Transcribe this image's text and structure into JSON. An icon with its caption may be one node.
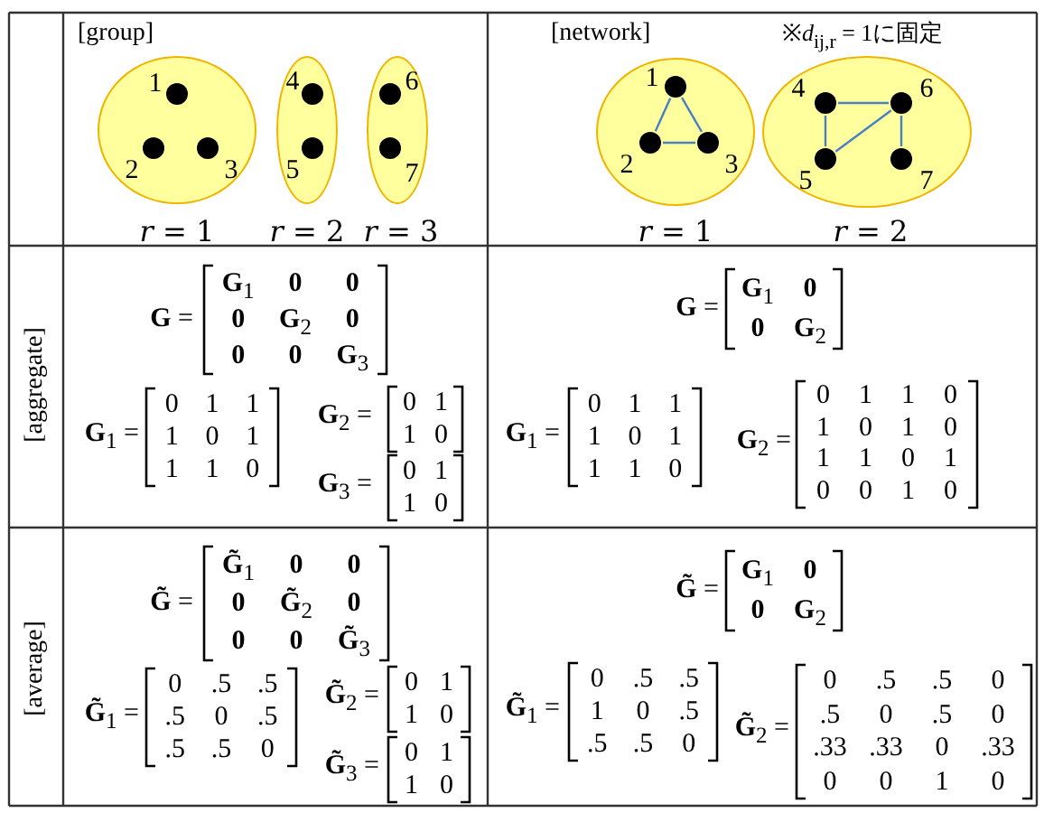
{
  "diagram": {
    "nodes": [
      {
        "text": [],
        "shape": "ellipse",
        "beside": [
          "*r* = 1"
        ]
      },
      {
        "text": [],
        "shape": "circle",
        "in": 0,
        "beside": [
          "1"
        ]
      },
      {
        "text": [],
        "shape": "circle",
        "in": 0,
        "beside": [
          "2"
        ]
      },
      {
        "text": [],
        "shape": "circle",
        "in": 0,
        "beside": [
          "3"
        ]
      },
      {
        "text": [],
        "shape": "ellipse",
        "beside": [
          "*r* = 2"
        ]
      },
      {
        "text": [],
        "shape": "circle",
        "in": 4,
        "beside": [
          "4"
        ]
      },
      {
        "text": [],
        "shape": "circle",
        "in": 4,
        "beside": [
          "5"
        ]
      },
      {
        "text": [],
        "shape": "ellipse",
        "beside": [
          "*r* = 3"
        ]
      },
      {
        "text": [],
        "shape": "circle",
        "in": 7,
        "beside": [
          "6"
        ]
      },
      {
        "text": [],
        "shape": "circle",
        "in": 7,
        "beside": [
          "7"
        ]
      },
      {
        "text": [],
        "shape": "ellipse",
        "beside": [
          "*r* = 1"
        ]
      },
      {
        "text": [],
        "shape": "circle",
        "in": 10,
        "beside": [
          "1"
        ]
      },
      {
        "text": [],
        "shape": "circle",
        "in": 10,
        "beside": [
          "2"
        ]
      },
      {
        "text": [],
        "shape": "circle",
        "in": 10,
        "beside": [
          "3"
        ]
      },
      {
        "text": [],
        "shape": "ellipse",
        "beside": [
          "*r* = 2"
        ]
      },
      {
        "text": [],
        "shape": "circle",
        "in": 14,
        "beside": [
          "4"
        ]
      },
      {
        "text": [],
        "shape": "circle",
        "in": 14,
        "beside": [
          "6"
        ]
      },
      {
        "text": [],
        "shape": "circle",
        "in": 14,
        "beside": [
          "5"
        ]
      },
      {
        "text": [],
        "shape": "circle",
        "in": 14,
        "beside": [
          "7"
        ]
      }
    ],
    "edges": [
      {
        "from": 11,
        "to": 12,
        "arrow": "none"
      },
      {
        "from": 11,
        "to": 13,
        "arrow": "none"
      },
      {
        "from": 12,
        "to": 13,
        "arrow": "none"
      },
      {
        "from": 15,
        "to": 16,
        "arrow": "none"
      },
      {
        "from": 15,
        "to": 17,
        "arrow": "none"
      },
      {
        "from": 17,
        "to": 16,
        "arrow": "none"
      },
      {
        "from": 16,
        "to": 18,
        "arrow": "none"
      }
    ],
    "labels": [
      "[group]",
      "[network]",
      "※*d*$_{ij,r}$ = 1に固定",
      "[aggregate]",
      "**G** =",
      "**G**$_{1}$ **0** **0**",
      "**0** **G**$_{2}$ **0**",
      "**0** **0** **G**$_{3}$",
      "**G**$_{1}$ =",
      "0 1 1",
      "1 0 1",
      "1 1 0",
      "**G**$_{2}$ =",
      "0 1",
      "1 0",
      "**G**$_{3}$ =",
      "0 1",
      "1 0",
      "**G** =",
      "**G**$_{1}$ **0**",
      "**0** **G**$_{2}$",
      "**G**$_{1}$ =",
      "0 1 1",
      "1 0 1",
      "1 1 0",
      "**G**$_{2}$ =",
      "0 1 1 0",
      "1 0 1 0",
      "1 1 0 1",
      "0 0 1 0",
      "[average]",
      "**G̃** =",
      "**G̃**$_{1}$ **0** **0**",
      "**0** **G̃**$_{2}$ **0**",
      "**0** **0** **G̃**$_{3}$",
      "**G̃**$_{1}$ =",
      "0 .5 .5",
      ".5 0 .5",
      ".5 .5 0",
      "**G̃**$_{2}$ =",
      "0 1",
      "1 0",
      "**G̃**$_{3}$ =",
      "0 1",
      "1 0",
      "**G̃** =",
      "**G**$_{1}$ **0**",
      "**0** **G**$_{2}$",
      "**G̃**$_{1}$ =",
      "0 .5 .5",
      "1 0 .5",
      ".5 .5 0",
      "**G̃**$_{2}$ =",
      "0 .5 .5 0",
      ".5 0 .5 0",
      ".33 .33 0 .33",
      "0 0 1 0"
    ]
  }
}
